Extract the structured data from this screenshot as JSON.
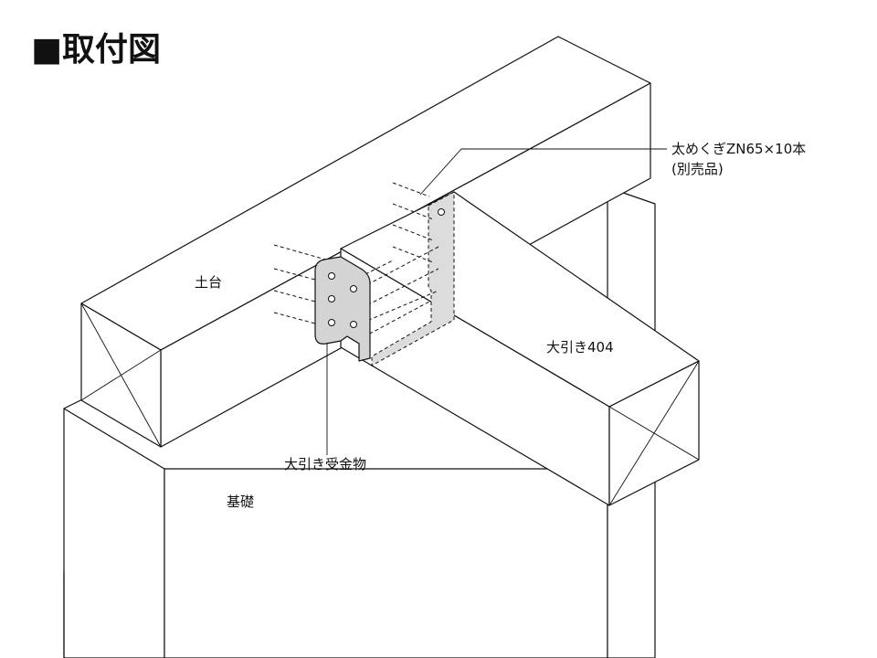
{
  "title": "■取付図",
  "labels": {
    "dodai": "土台",
    "obiki": "大引き404",
    "bracket": "大引き受金物",
    "kiso": "基礎",
    "nail_line1": "太めくぎZN65×10本",
    "nail_line2": "(別売品)"
  }
}
